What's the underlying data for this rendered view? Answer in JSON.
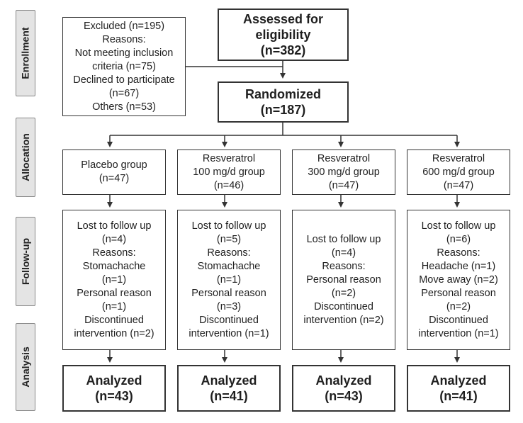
{
  "stages": [
    "Enrollment",
    "Allocation",
    "Follow-up",
    "Analysis"
  ],
  "assessed": {
    "title": "Assessed for eligibility",
    "n": "(n=382)"
  },
  "excluded": {
    "lines": [
      "Excluded (n=195)",
      "Reasons:",
      "Not meeting inclusion",
      "criteria (n=75)",
      "Declined to participate",
      "(n=67)",
      "Others (n=53)"
    ]
  },
  "randomized": {
    "title": "Randomized",
    "n": "(n=187)"
  },
  "groups": [
    {
      "allocation": [
        "Placebo group",
        "(n=47)"
      ],
      "followup": [
        "Lost to follow up",
        "(n=4)",
        "Reasons:",
        "Stomachache",
        "(n=1)",
        "Personal reason",
        "(n=1)",
        "Discontinued",
        "intervention (n=2)"
      ],
      "analyzed": {
        "title": "Analyzed",
        "n": "(n=43)"
      }
    },
    {
      "allocation": [
        "Resveratrol",
        "100 mg/d group",
        "(n=46)"
      ],
      "followup": [
        "Lost to follow up",
        "(n=5)",
        "Reasons:",
        "Stomachache",
        "(n=1)",
        "Personal reason",
        "(n=3)",
        "Discontinued",
        "intervention (n=1)"
      ],
      "analyzed": {
        "title": "Analyzed",
        "n": "(n=41)"
      }
    },
    {
      "allocation": [
        "Resveratrol",
        "300 mg/d group",
        "(n=47)"
      ],
      "followup": [
        "Lost to follow up",
        "(n=4)",
        "Reasons:",
        "Personal reason",
        "(n=2)",
        "Discontinued",
        "intervention (n=2)"
      ],
      "analyzed": {
        "title": "Analyzed",
        "n": "(n=43)"
      }
    },
    {
      "allocation": [
        "Resveratrol",
        "600 mg/d group",
        "(n=47)"
      ],
      "followup": [
        "Lost to follow up",
        "(n=6)",
        "Reasons:",
        "Headache (n=1)",
        "Move away (n=2)",
        "Personal reason",
        "(n=2)",
        "Discontinued",
        "intervention (n=1)"
      ],
      "analyzed": {
        "title": "Analyzed",
        "n": "(n=41)"
      }
    }
  ]
}
